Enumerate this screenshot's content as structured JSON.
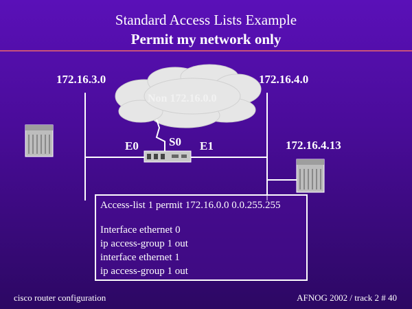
{
  "slide": {
    "title_line1": "Standard Access Lists Example",
    "title_line2": "Permit my network only",
    "colors": {
      "background": "#4a0c9a",
      "rule": "#c8527a",
      "text": "#ffffff",
      "cloud": "#e6e6e6"
    }
  },
  "diagram": {
    "network_left": "172.16.3.0",
    "network_right": "172.16.4.0",
    "cloud_label": "Non 172.16.0.0",
    "port_e0": "E0",
    "port_s0": "S0",
    "port_e1": "E1",
    "host_ip": "172.16.4.13"
  },
  "config": {
    "line1": "Access-list 1 permit 172.16.0.0 0.0.255.255",
    "line2": "Interface ethernet 0",
    "line3": "ip access-group 1 out",
    "line4": "interface ethernet 1",
    "line5": "ip access-group 1 out"
  },
  "footer": {
    "left": "cisco router configuration",
    "right": "AFNOG 2002 / track 2  # 40"
  }
}
